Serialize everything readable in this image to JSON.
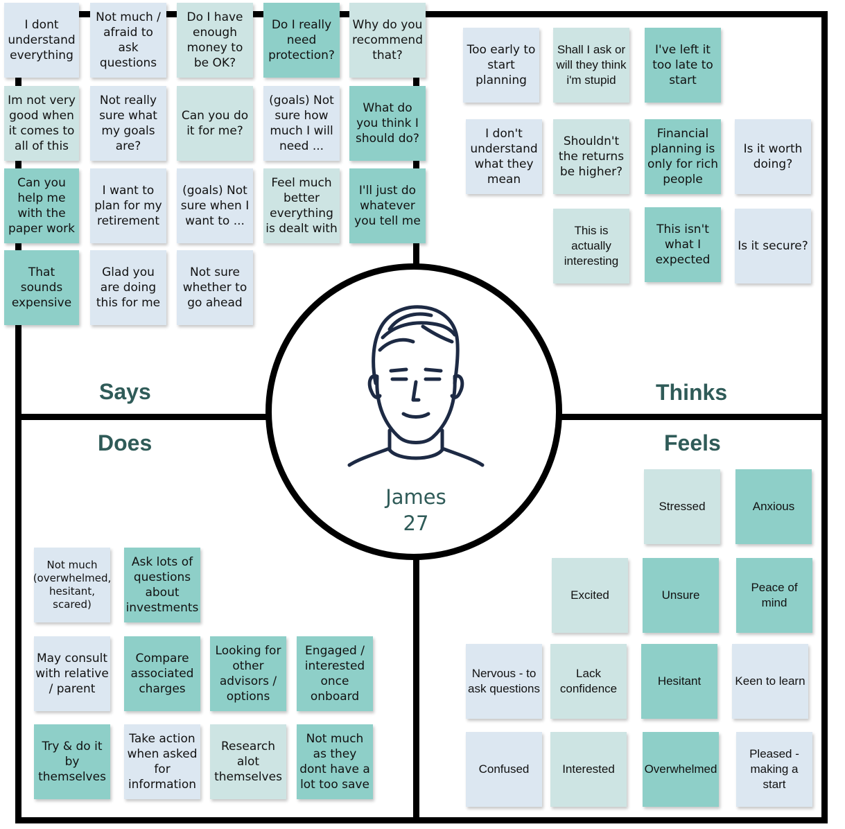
{
  "quadrants": {
    "says": "Says",
    "thinks": "Thinks",
    "does": "Does",
    "feels": "Feels"
  },
  "persona": {
    "name": "James",
    "age": "27",
    "icon": "person-face-icon"
  },
  "colors": {
    "blue": "#dce7f1",
    "pale": "#cde4e3",
    "teal": "#8ecfc8",
    "label": "#2f5b58"
  },
  "says": [
    "I dont understand everything",
    "Not much / afraid to ask questions",
    "Do I have enough money to be OK?",
    "Do I really need protection?",
    "Why do you recommend that?",
    "Im not very good when it comes to all of this",
    "Not really sure what my goals are?",
    "Can you do it for me?",
    "(goals) Not sure how much I will need ...",
    "What do you think I should do?",
    "Can you help me with the paper work",
    "I want to plan for my retirement",
    "(goals) Not sure when I want to ...",
    "Feel much better everything is dealt with",
    "I'll just do whatever you tell me",
    "That sounds expensive",
    "Glad you are doing this for me",
    "Not sure whether to go ahead"
  ],
  "thinks": [
    "Too early to start planning",
    "Shall I ask or will they think i'm stupid",
    "I've left it too late to start",
    "I don't understand what they mean",
    "Shouldn't the returns be higher?",
    "Financial planning is only for rich people",
    "Is it worth doing?",
    "This is actually interesting",
    "This isn't what I expected",
    "Is it secure?"
  ],
  "does": [
    "Not much (overwhelmed, hesitant, scared)",
    "Ask lots of questions about investments",
    "May consult with relative / parent",
    "Compare associated charges",
    "Looking for other advisors / options",
    "Engaged / interested once onboard",
    "Try & do it by themselves",
    "Take action when asked for information",
    "Research alot themselves",
    "Not much as they dont have a lot too save"
  ],
  "feels": [
    "Stressed",
    "Anxious",
    "Excited",
    "Unsure",
    "Peace of mind",
    "Nervous - to ask questions",
    "Lack confidence",
    "Hesitant",
    "Keen to learn",
    "Confused",
    "Interested",
    "Overwhelmed",
    "Pleased - making a start"
  ]
}
